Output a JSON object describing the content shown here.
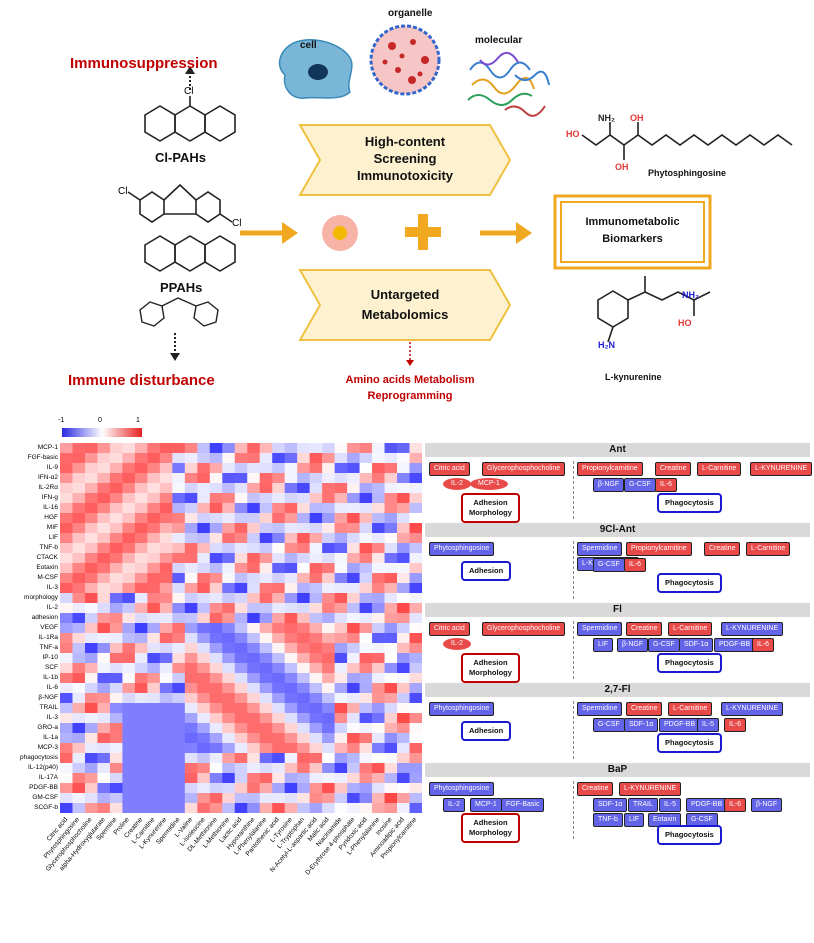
{
  "top": {
    "immunosuppression": "Immunosuppression",
    "cl_label": "Cl",
    "clpahs": "Cl-PAHs",
    "pahs": "PPAHs",
    "immune_disturbance": "Immune disturbance",
    "cell": "cell",
    "organelle": "organelle",
    "molecular": "molecular",
    "hcs_line1": "High-content",
    "hcs_line2": "Screening",
    "hcs_line3": "Immunotoxicity",
    "um_line1": "Untargeted",
    "um_line2": "Metabolomics",
    "aa_line1": "Amino acids Metabolism",
    "aa_line2": "Reprogramming",
    "bio_line1": "Immunometabolic",
    "bio_line2": "Biomarkers",
    "phyto": "Phytosphingosine",
    "kyn": "L-kynurenine",
    "ho": "HO",
    "oh": "OH",
    "nh2": "NH₂",
    "h2n": "H₂N"
  },
  "heatmap": {
    "scale_labels": [
      "-1",
      "0",
      "1"
    ],
    "rows": [
      "MCP-1",
      "FGF-basic",
      "IL-9",
      "IFN-α2",
      "IL-2Rα",
      "IFN-g",
      "IL-16",
      "HGF",
      "MIF",
      "LIF",
      "TNF-b",
      "CTACK",
      "Eotaxin",
      "M-CSF",
      "IL-3",
      "morphology",
      "IL-2",
      "adhesion",
      "VEGF",
      "IL-1Ra",
      "TNF-a",
      "IP-10",
      "SCF",
      "IL-1b",
      "IL-6",
      "β-NGF",
      "TRAIL",
      "IL-3",
      "GRO-a",
      "IL-1a",
      "MCP-3",
      "phagocytosis",
      "IL-12(p40)",
      "IL-17A",
      "PDGF-BB",
      "GM-CSF",
      "SCGF-b"
    ],
    "cols": [
      "Citric acid",
      "Phytosphingosine",
      "Glycerophosphocholine",
      "alpha-Hydroxyglutarate",
      "Spermine",
      "Proline",
      "Creatine",
      "L-Carnitine",
      "L-Kynurenine",
      "Spermidine",
      "L-Valine",
      "L-Isoleucine",
      "DL-Methionine",
      "L-Methionine",
      "Lactic acid",
      "Hypoxanthine",
      "L-Phenylalanine",
      "Pantothenic acid",
      "L-Tyrosine",
      "L-Tryptophan",
      "N-Acetyl-L-aspartic acid",
      "Malic acid",
      "Niacinamide",
      "D-Erythrose 4-phosphate",
      "Pyridoxic acid",
      "L-Phenylalanine",
      "Inosine",
      "Aminoadipic acid",
      "Propionylcarnitine"
    ]
  },
  "pathways": [
    {
      "title": "Ant",
      "left": {
        "mets": [
          "Citric acid",
          "Glycerophosphocholine"
        ],
        "cyts": [
          "IL-2",
          "MCP-1"
        ],
        "label": "Adhesion\nMorphology"
      },
      "right": {
        "mets": [
          "Propionylcarnitine",
          "Creatine",
          "L-Carnitine",
          "L-KYNURENINE"
        ],
        "cyts": [
          "β-NGF",
          "G-CSF",
          "IL-6"
        ],
        "label": "Phagocytosis"
      }
    },
    {
      "title": "9Cl-Ant",
      "left": {
        "mets": [
          "Phytosphingosine"
        ],
        "cyts": [],
        "label": "Adhesion"
      },
      "right": {
        "mets": [
          "Spermidine",
          "Propionylcarnitine",
          "Creatine",
          "L-Carnitine",
          "L-KYNURENINE"
        ],
        "cyts": [
          "G-CSF",
          "IL-6"
        ],
        "label": "Phagocytosis"
      }
    },
    {
      "title": "Fl",
      "left": {
        "mets": [
          "Citric acid",
          "Glycerophosphocholine"
        ],
        "cyts": [
          "IL-2"
        ],
        "label": "Adhesion\nMorphology"
      },
      "right": {
        "mets": [
          "Spermidine",
          "Creatine",
          "L-Carnitine",
          "L-KYNURENINE"
        ],
        "cyts": [
          "LIF",
          "β-NGF",
          "G-CSF",
          "SDF-1α",
          "PDGF-BB",
          "IL-6"
        ],
        "label": "Phagocytosis"
      }
    },
    {
      "title": "2,7-Fl",
      "left": {
        "mets": [
          "Phytosphingosine"
        ],
        "cyts": [],
        "label": "Adhesion"
      },
      "right": {
        "mets": [
          "Spermidine",
          "Creatine",
          "L-Carnitine",
          "L-KYNURENINE"
        ],
        "cyts": [
          "G-CSF",
          "SDF-1α",
          "PDGF-BB",
          "IL-5",
          "IL-6"
        ],
        "label": "Phagocytosis"
      }
    },
    {
      "title": "BaP",
      "left": {
        "mets": [
          "Phytosphingosine"
        ],
        "cyts": [
          "IL-2",
          "MCP-1",
          "FGF-Basic"
        ],
        "label": "Adhesion\nMorphology"
      },
      "right": {
        "mets": [
          "Creatine",
          "L-KYNURENINE"
        ],
        "cyts": [
          "SDF-1α",
          "TRAIL",
          "IL-5",
          "PDGF-BB",
          "IL-6",
          "β-NGF",
          "TNF-b",
          "LIF",
          "Eotaxin",
          "G-CSF"
        ],
        "label": "Phagocytosis"
      }
    }
  ]
}
